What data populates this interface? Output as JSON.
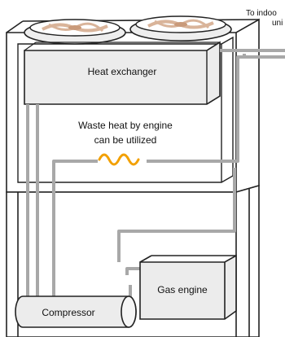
{
  "labels": {
    "to_indoor_line1": "To indoo",
    "to_indoor_line2": "uni",
    "heat_exchanger": "Heat exchanger",
    "waste_heat_line1": "Waste heat by engine",
    "waste_heat_line2": "can be utilized",
    "gas_engine": "Gas engine",
    "compressor": "Compressor"
  },
  "colors": {
    "outline": "#222222",
    "pipe": "#a8a8a8",
    "fan_blade": "#d9b49a",
    "fan_hub": "#c99a7a",
    "waste_heat_wave": "#f2a000"
  },
  "icons": [
    "fan-icon",
    "fan-icon",
    "waste-heat-wave-icon"
  ]
}
